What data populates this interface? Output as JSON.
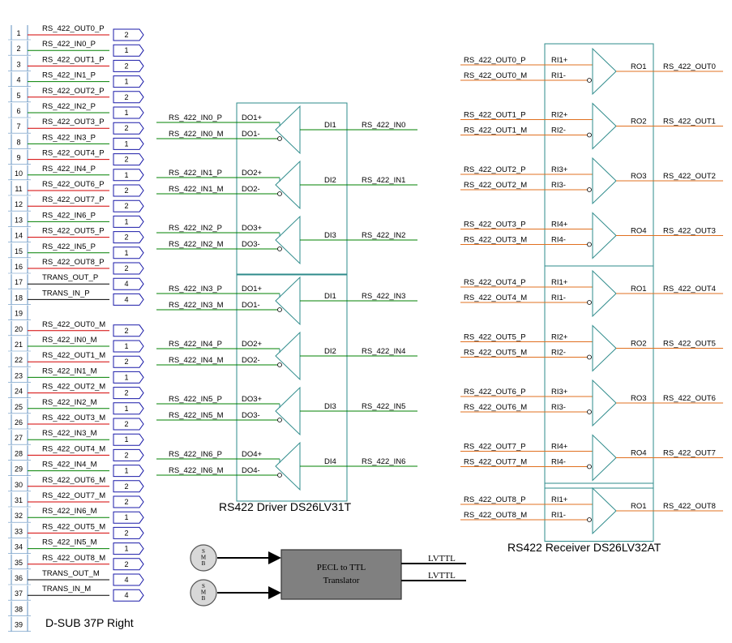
{
  "connector": {
    "title": "D-SUB 37P Right",
    "pins": [
      {
        "num": "1",
        "label": "RS_422_OUT0_P",
        "tag": "2",
        "color": "red"
      },
      {
        "num": "2",
        "label": "RS_422_IN0_P",
        "tag": "1",
        "color": "green"
      },
      {
        "num": "3",
        "label": "RS_422_OUT1_P",
        "tag": "2",
        "color": "red"
      },
      {
        "num": "4",
        "label": "RS_422_IN1_P",
        "tag": "1",
        "color": "green"
      },
      {
        "num": "5",
        "label": "RS_422_OUT2_P",
        "tag": "2",
        "color": "red"
      },
      {
        "num": "6",
        "label": "RS_422_IN2_P",
        "tag": "1",
        "color": "green"
      },
      {
        "num": "7",
        "label": "RS_422_OUT3_P",
        "tag": "2",
        "color": "red"
      },
      {
        "num": "8",
        "label": "RS_422_IN3_P",
        "tag": "1",
        "color": "green"
      },
      {
        "num": "9",
        "label": "RS_422_OUT4_P",
        "tag": "2",
        "color": "red"
      },
      {
        "num": "10",
        "label": "RS_422_IN4_P",
        "tag": "1",
        "color": "green"
      },
      {
        "num": "11",
        "label": "RS_422_OUT6_P",
        "tag": "2",
        "color": "red"
      },
      {
        "num": "12",
        "label": "RS_422_OUT7_P",
        "tag": "2",
        "color": "red"
      },
      {
        "num": "13",
        "label": "RS_422_IN6_P",
        "tag": "1",
        "color": "green"
      },
      {
        "num": "14",
        "label": "RS_422_OUT5_P",
        "tag": "2",
        "color": "red"
      },
      {
        "num": "15",
        "label": "RS_422_IN5_P",
        "tag": "1",
        "color": "green"
      },
      {
        "num": "16",
        "label": "RS_422_OUT8_P",
        "tag": "2",
        "color": "red"
      },
      {
        "num": "17",
        "label": "TRANS_OUT_P",
        "tag": "4",
        "color": "black"
      },
      {
        "num": "18",
        "label": "TRANS_IN_P",
        "tag": "4",
        "color": "black"
      },
      {
        "num": "19",
        "label": "",
        "tag": "",
        "color": "none"
      },
      {
        "num": "20",
        "label": "RS_422_OUT0_M",
        "tag": "2",
        "color": "red"
      },
      {
        "num": "21",
        "label": "RS_422_IN0_M",
        "tag": "1",
        "color": "green"
      },
      {
        "num": "22",
        "label": "RS_422_OUT1_M",
        "tag": "2",
        "color": "red"
      },
      {
        "num": "23",
        "label": "RS_422_IN1_M",
        "tag": "1",
        "color": "green"
      },
      {
        "num": "24",
        "label": "RS_422_OUT2_M",
        "tag": "2",
        "color": "red"
      },
      {
        "num": "25",
        "label": "RS_422_IN2_M",
        "tag": "1",
        "color": "green"
      },
      {
        "num": "26",
        "label": "RS_422_OUT3_M",
        "tag": "2",
        "color": "red"
      },
      {
        "num": "27",
        "label": "RS_422_IN3_M",
        "tag": "1",
        "color": "green"
      },
      {
        "num": "28",
        "label": "RS_422_OUT4_M",
        "tag": "2",
        "color": "red"
      },
      {
        "num": "29",
        "label": "RS_422_IN4_M",
        "tag": "1",
        "color": "green"
      },
      {
        "num": "30",
        "label": "RS_422_OUT6_M",
        "tag": "2",
        "color": "red"
      },
      {
        "num": "31",
        "label": "RS_422_OUT7_M",
        "tag": "2",
        "color": "red"
      },
      {
        "num": "32",
        "label": "RS_422_IN6_M",
        "tag": "1",
        "color": "green"
      },
      {
        "num": "33",
        "label": "RS_422_OUT5_M",
        "tag": "2",
        "color": "red"
      },
      {
        "num": "34",
        "label": "RS_422_IN5_M",
        "tag": "1",
        "color": "green"
      },
      {
        "num": "35",
        "label": "RS_422_OUT8_M",
        "tag": "2",
        "color": "red"
      },
      {
        "num": "36",
        "label": "TRANS_OUT_M",
        "tag": "4",
        "color": "black"
      },
      {
        "num": "37",
        "label": "TRANS_IN_M",
        "tag": "4",
        "color": "black"
      },
      {
        "num": "38",
        "label": "",
        "tag": "",
        "color": "none"
      },
      {
        "num": "39",
        "label": "",
        "tag": "",
        "color": "none"
      }
    ]
  },
  "drivers": {
    "caption": "RS422 Driver  DS26LV31T",
    "chips": [
      {
        "channels": [
          {
            "p": "RS_422_IN0_P",
            "m": "RS_422_IN0_M",
            "dop": "DO1+",
            "dom": "DO1-",
            "di": "DI1",
            "out": "RS_422_IN0"
          },
          {
            "p": "RS_422_IN1_P",
            "m": "RS_422_IN1_M",
            "dop": "DO2+",
            "dom": "DO2-",
            "di": "DI2",
            "out": "RS_422_IN1"
          },
          {
            "p": "RS_422_IN2_P",
            "m": "RS_422_IN2_M",
            "dop": "DO3+",
            "dom": "DO3-",
            "di": "DI3",
            "out": "RS_422_IN2"
          }
        ]
      },
      {
        "channels": [
          {
            "p": "RS_422_IN3_P",
            "m": "RS_422_IN3_M",
            "dop": "DO1+",
            "dom": "DO1-",
            "di": "DI1",
            "out": "RS_422_IN3"
          },
          {
            "p": "RS_422_IN4_P",
            "m": "RS_422_IN4_M",
            "dop": "DO2+",
            "dom": "DO2-",
            "di": "DI2",
            "out": "RS_422_IN4"
          },
          {
            "p": "RS_422_IN5_P",
            "m": "RS_422_IN5_M",
            "dop": "DO3+",
            "dom": "DO3-",
            "di": "DI3",
            "out": "RS_422_IN5"
          },
          {
            "p": "RS_422_IN6_P",
            "m": "RS_422_IN6_M",
            "dop": "DO4+",
            "dom": "DO4-",
            "di": "DI4",
            "out": "RS_422_IN6"
          }
        ]
      }
    ]
  },
  "receivers": {
    "caption": "RS422 Receiver  DS26LV32AT",
    "chips": [
      {
        "channels": [
          {
            "p": "RS_422_OUT0_P",
            "m": "RS_422_OUT0_M",
            "rip": "RI1+",
            "rim": "RI1-",
            "ro": "RO1",
            "out": "RS_422_OUT0"
          },
          {
            "p": "RS_422_OUT1_P",
            "m": "RS_422_OUT1_M",
            "rip": "RI2+",
            "rim": "RI2-",
            "ro": "RO2",
            "out": "RS_422_OUT1"
          },
          {
            "p": "RS_422_OUT2_P",
            "m": "RS_422_OUT2_M",
            "rip": "RI3+",
            "rim": "RI3-",
            "ro": "RO3",
            "out": "RS_422_OUT2"
          },
          {
            "p": "RS_422_OUT3_P",
            "m": "RS_422_OUT3_M",
            "rip": "RI4+",
            "rim": "RI4-",
            "ro": "RO4",
            "out": "RS_422_OUT3"
          }
        ]
      },
      {
        "channels": [
          {
            "p": "RS_422_OUT4_P",
            "m": "RS_422_OUT4_M",
            "rip": "RI1+",
            "rim": "RI1-",
            "ro": "RO1",
            "out": "RS_422_OUT4"
          },
          {
            "p": "RS_422_OUT5_P",
            "m": "RS_422_OUT5_M",
            "rip": "RI2+",
            "rim": "RI2-",
            "ro": "RO2",
            "out": "RS_422_OUT5"
          },
          {
            "p": "RS_422_OUT6_P",
            "m": "RS_422_OUT6_M",
            "rip": "RI3+",
            "rim": "RI3-",
            "ro": "RO3",
            "out": "RS_422_OUT6"
          },
          {
            "p": "RS_422_OUT7_P",
            "m": "RS_422_OUT7_M",
            "rip": "RI4+",
            "rim": "RI4-",
            "ro": "RO4",
            "out": "RS_422_OUT7"
          }
        ]
      },
      {
        "channels": [
          {
            "p": "RS_422_OUT8_P",
            "m": "RS_422_OUT8_M",
            "rip": "RI1+",
            "rim": "RI1-",
            "ro": "RO1",
            "out": "RS_422_OUT8"
          }
        ]
      }
    ]
  },
  "translator": {
    "line1": "PECL  to  TTL",
    "line2": "Translator",
    "smb_label": "S\nM\nB",
    "outputs": [
      "LVTTL",
      "LVTTL"
    ]
  },
  "colors": {
    "red": "#d40000",
    "green": "#008000",
    "orange": "#e07020",
    "blue": "#1a1aa8",
    "teal": "#2e8b8b",
    "box_fill": "#808080"
  }
}
